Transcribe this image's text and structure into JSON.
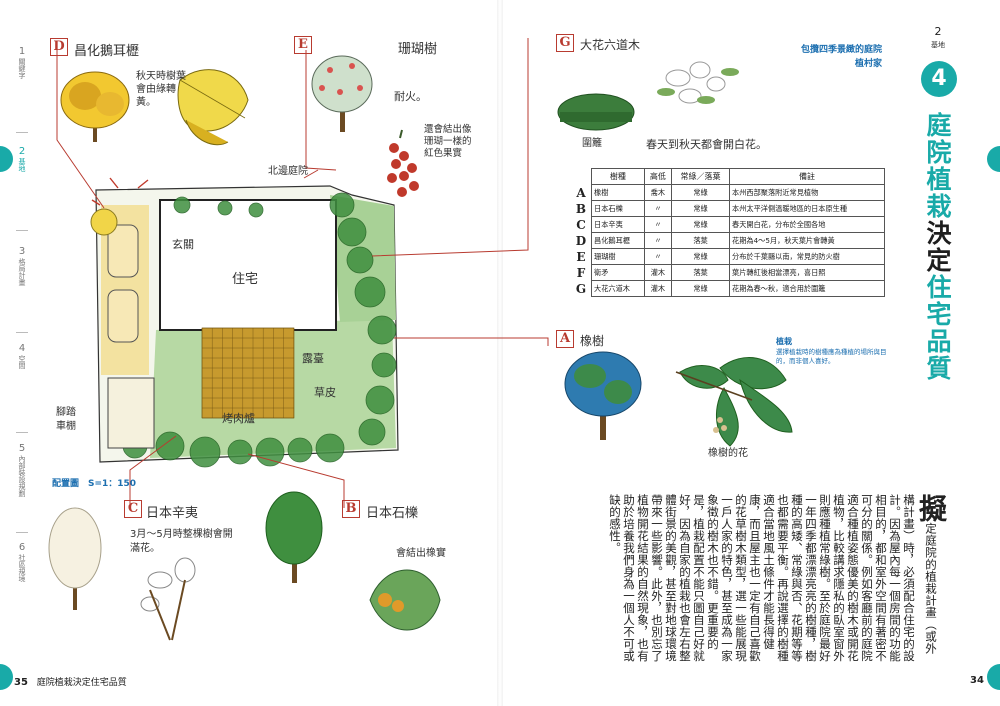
{
  "left_page": {
    "folio_number": "35",
    "folio_title": "庭院植栽決定住宅品質",
    "nav": [
      {
        "num": "1",
        "label": "關鍵字"
      },
      {
        "num": "2",
        "label": "基地"
      },
      {
        "num": "3",
        "label": "格局計畫"
      },
      {
        "num": "4",
        "label": "空間"
      },
      {
        "num": "5",
        "label": "內部裝設規劃"
      },
      {
        "num": "6",
        "label": "社區規境"
      }
    ],
    "plan_label": "配置圖　S=1：150",
    "trees": {
      "D": {
        "letter": "D",
        "name": "昌化鵝耳櫪",
        "note": "秋天時樹葉會由綠轉黃。"
      },
      "E": {
        "letter": "E",
        "name": "珊瑚樹",
        "note": "耐火。",
        "note2": "還會結出像珊瑚一樣的紅色果實"
      },
      "C": {
        "letter": "C",
        "name": "日本辛夷",
        "note": "3月～5月時整棵樹會開滿花。"
      },
      "B": {
        "letter": "B",
        "name": "日本石櫟",
        "note": "會結出橡實"
      }
    },
    "plan_labels": {
      "north_garden": "北邊庭院",
      "entrance": "玄關",
      "house": "住宅",
      "deck": "露臺",
      "lawn": "草皮",
      "bbq": "烤肉爐",
      "bike": "腳踏車棚"
    }
  },
  "right_page": {
    "folio_number": "34",
    "chapter_number": "2",
    "chapter_label": "基地",
    "section_number": "4",
    "section_title_parts": [
      {
        "text": "庭院植栽",
        "accent": true
      },
      {
        "text": "決定",
        "accent": false
      },
      {
        "text": "住宅品質",
        "accent": true
      }
    ],
    "tree_G": {
      "letter": "G",
      "name": "大花六道木",
      "sub_label": "圍籬",
      "note": "春天到秋天都會開白花。"
    },
    "tree_A": {
      "letter": "A",
      "name": "橡樹",
      "flower_label": "橡樹的花"
    },
    "caption": {
      "line1": "包攬四季景緻的庭院",
      "line2": "植村家"
    },
    "planting_note": {
      "title": "植栽",
      "text": "選擇植栽時的樹種應為種植的場所與目的，而非個人喜好。"
    },
    "table": {
      "headers": [
        "樹種",
        "高低",
        "常綠／落葉",
        "備註"
      ],
      "rows": [
        {
          "key": "A",
          "cells": [
            "橡樹",
            "喬木",
            "常綠",
            "本州西部聚落附近常見植物"
          ]
        },
        {
          "key": "B",
          "cells": [
            "日本石櫟",
            "〃",
            "常綠",
            "本州太平洋側溫暖地區的日本原生種"
          ]
        },
        {
          "key": "C",
          "cells": [
            "日本辛夷",
            "〃",
            "常綠",
            "春天開白花，分布於全國各地"
          ]
        },
        {
          "key": "D",
          "cells": [
            "昌化鵝耳櫪",
            "〃",
            "落葉",
            "花期為4～5月，秋天葉片會轉黃"
          ]
        },
        {
          "key": "E",
          "cells": [
            "珊瑚樹",
            "〃",
            "常綠",
            "分布於千葉縣以南，常見的防火樹"
          ]
        },
        {
          "key": "F",
          "cells": [
            "衛矛",
            "灌木",
            "落葉",
            "葉片轉紅後相當漂亮，喜日照"
          ]
        },
        {
          "key": "G",
          "cells": [
            "大花六道木",
            "灌木",
            "常綠",
            "花期為春～秋，適合用於圍籬"
          ]
        }
      ]
    },
    "body": {
      "drop_cap": "擬",
      "text": "定庭院的植栽計畫（或外構計畫）時，必須配合住宅的設計。因為屋內每一個房間的功能相目的，都和室外空間有著密不可分的關係。例如客廳前的庭院適合種植姿態優美的樹木或開花植物，比較講求隱私的臥室窗外則應種植常綠樹。至於庭院最好一年四季都漂漂亮亮的樹種，樹種的高矮、常綠與否、花期等等也都需要平衡。再說選擇的樹種適合當地風土條件才能長得健康，而且屋主也一定有自己喜歡的花草樹木類型，選一些能展現一戶人家的特色，甚至成為一家象徵的樹木也不錯。更重要的是，植栽配置不能只圖自己好就好，因為自家的植栽也會左右整體街景的美觀，甚至對地球環境帶來一些影響。此外，也別忘了植物開花結果的自然現象，也有助於培養我們身為一個人不可或缺的感性。"
    }
  }
}
